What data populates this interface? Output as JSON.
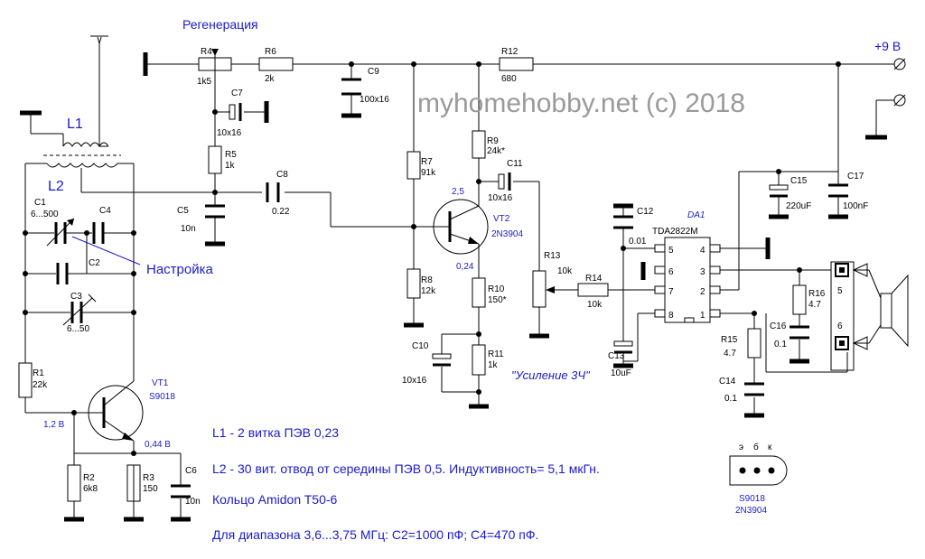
{
  "labels": {
    "regen": "Регенерация",
    "vplus": "+9 В",
    "watermark": "myhomehobby.net (c) 2018",
    "L1": "L1",
    "L2": "L2",
    "tuning": "Настройка",
    "audio": "\"Усиление 3Ч\""
  },
  "components": {
    "R4": "R4",
    "R4v": "1k5",
    "R6": "R6",
    "R6v": "2k",
    "C9": "C9",
    "C9v": "100x16",
    "R12": "R12",
    "R12v": "680",
    "C7": "C7",
    "C7v": "10x16",
    "R5": "R5",
    "R5v": "1k",
    "C8": "C8",
    "C8v": "0.22",
    "C5": "C5",
    "C5v": "10n",
    "R7": "R7",
    "R7v": "91k",
    "R9": "R9",
    "R9v": "24k*",
    "C11": "C11",
    "C11v": "10x16",
    "VT2": "VT2",
    "VT2v": "2N3904",
    "v25": "2,5",
    "v024": "0,24",
    "R8": "R8",
    "R8v": "12k",
    "R10": "R10",
    "R10v": "150*",
    "R11": "R11",
    "R11v": "1k",
    "C10": "C10",
    "C10v": "10x16",
    "R13": "R13",
    "R13v": "10k",
    "R14": "R14",
    "R14v": "10k",
    "C12": "C12",
    "C12v": "0.01",
    "C13": "C13",
    "C13v": "10uF",
    "DA1": "DA1",
    "DA1v": "TDA2822M",
    "C15": "C15",
    "C15v": "220uF",
    "C17": "C17",
    "C17v": "100nF",
    "R16": "R16",
    "R16v": "4.7",
    "C16": "C16",
    "C16v": "0.1",
    "R15": "R15",
    "R15v": "4.7",
    "C14": "C14",
    "C14v": "0.1",
    "C1": "C1",
    "C1v": "6...500",
    "C2": "C2",
    "C4": "C4",
    "C3": "C3",
    "C3v": "6...50",
    "R1": "R1",
    "R1v": "22k",
    "VT1": "VT1",
    "VT1v": "S9018",
    "v12": "1,2 В",
    "v044": "0,44 В",
    "R2": "R2",
    "R2v": "6k8",
    "R3": "R3",
    "R3v": "150",
    "C6": "C6",
    "C6v": "10n",
    "p4": "4",
    "p3": "3",
    "p2": "2",
    "p1": "1",
    "p5": "5",
    "p6": "6",
    "p7": "7",
    "p8": "8",
    "j5": "5",
    "j6": "6",
    "pin_e": "э",
    "pin_b": "б",
    "pin_k": "к",
    "tr1": "S9018",
    "tr2": "2N3904"
  },
  "notes": [
    "L1  - 2 витка ПЭВ 0,23",
    "L2  - 30 вит. отвод от середины ПЭВ 0,5.  Индуктивность= 5,1 мкГн.",
    "Кольцо Amidon T50-6",
    "Для диапазона 3,6...3,75 МГц: С2=1000 пФ; С4=470 пФ."
  ],
  "colors": {
    "text": "#000000",
    "accent": "#1a1acc",
    "watermark": "#9a9a9a"
  }
}
